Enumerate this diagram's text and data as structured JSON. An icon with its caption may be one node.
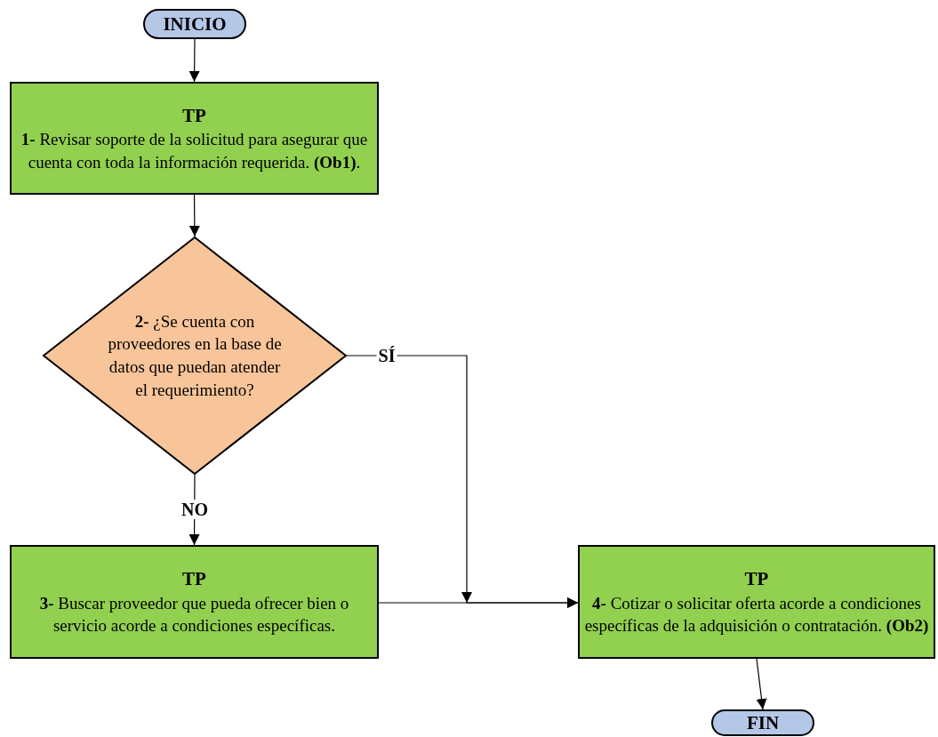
{
  "diagram": {
    "nodes": [
      {
        "text": [
          "INICIO"
        ]
      },
      {
        "text": [
          "TP",
          "**1-** Revisar soporte de la solicitud para asegurar que cuenta con toda la información requerida. **(Ob1)**."
        ]
      },
      {
        "text": [
          "**2-** ¿Se cuenta con proveedores en la base de datos que puedan atender el requerimiento?"
        ]
      },
      {
        "text": [
          "TP",
          "**3-**  Buscar proveedor que pueda ofrecer bien o servicio acorde a condiciones específicas."
        ]
      },
      {
        "text": [
          "TP",
          "**4-**  Cotizar o solicitar oferta acorde a condiciones específicas de la adquisición o contratación. **(Ob2)**"
        ]
      },
      {
        "text": [
          "FIN"
        ]
      }
    ],
    "edges": [
      {
        "from": 0,
        "to": 1,
        "arrow": "to"
      },
      {
        "from": 1,
        "to": 2,
        "arrow": "to"
      },
      {
        "from": 2,
        "to": 3,
        "arrow": "to",
        "label": "NO"
      },
      {
        "from": 2,
        "to": 4,
        "arrow": "to",
        "label": "SÍ"
      },
      {
        "from": 3,
        "to": 4,
        "arrow": "to"
      },
      {
        "from": 4,
        "to": 5,
        "arrow": "to"
      }
    ]
  }
}
